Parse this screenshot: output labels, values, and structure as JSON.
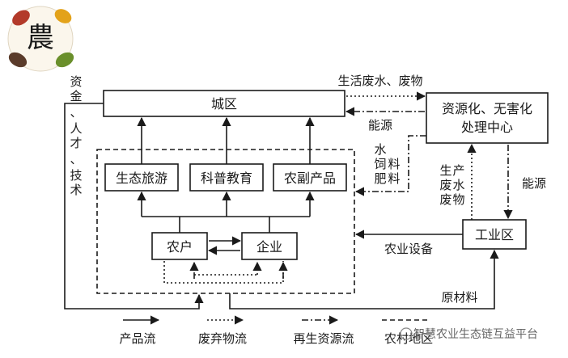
{
  "nodes": {
    "city": "城区",
    "center_line1": "资源化、无害化",
    "center_line2": "处理中心",
    "ecotourism": "生态旅游",
    "education": "科普教育",
    "products": "农副产品",
    "farmers": "农户",
    "enterprises": "企业",
    "industrial": "工业区"
  },
  "flows": {
    "domestic_waste": "生活废水、废物",
    "energy_top": "能源",
    "water_feed_fertilizer": [
      "水",
      "饲",
      "料",
      "肥",
      "料"
    ],
    "production_waste": [
      "生",
      "产",
      "废",
      "水",
      "废",
      "物"
    ],
    "energy_right": "能源",
    "agri_equipment": "农业设备",
    "raw_materials": "原材料",
    "funds": [
      "资",
      "金",
      "、",
      "人",
      "才",
      "、",
      "技",
      "术"
    ]
  },
  "legend": {
    "product_flow": "产品流",
    "waste_flow": "废弃物流",
    "renewable_flow": "再生资源流",
    "rural_area": "农村地区"
  },
  "logo": {
    "char": "農",
    "colors": [
      "#b33a2a",
      "#e3a21a",
      "#6a8f2b",
      "#5a3b2a"
    ]
  },
  "watermark": "智慧农业生态链互益平台"
}
